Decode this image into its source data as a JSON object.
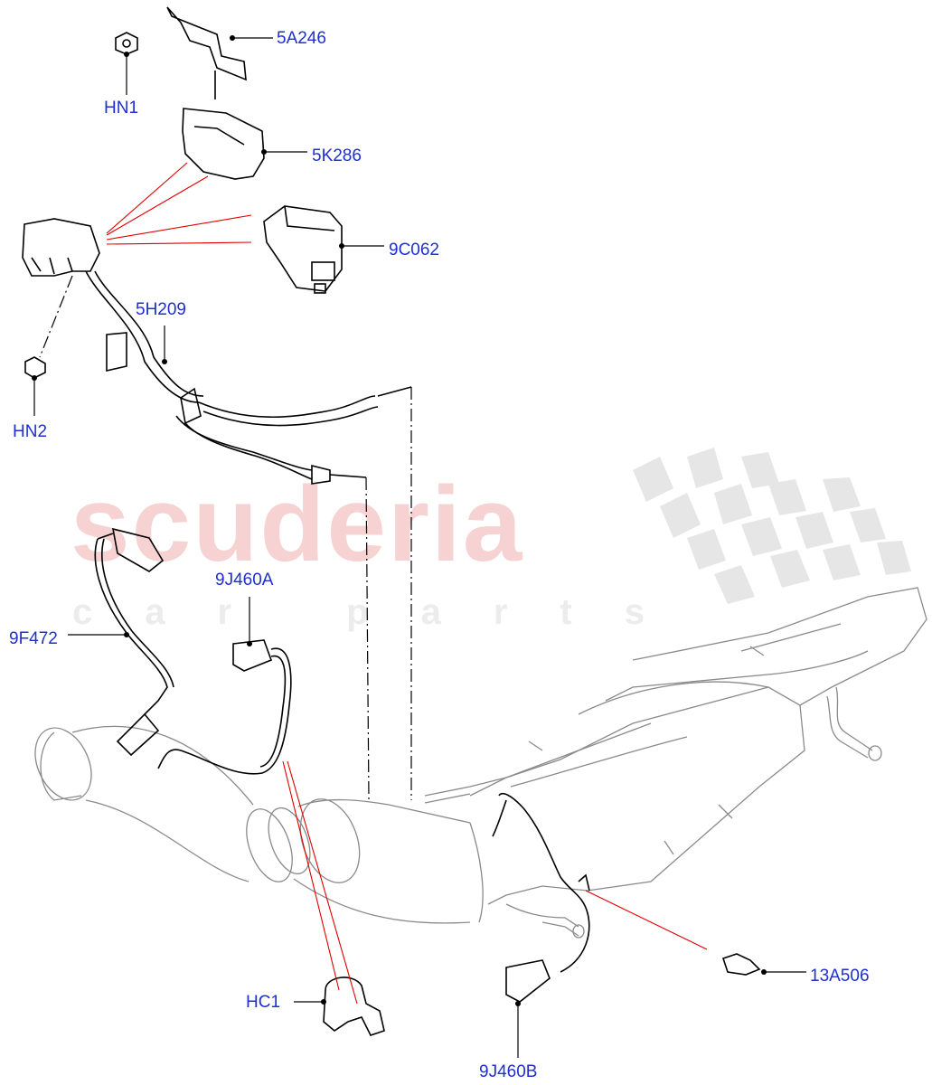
{
  "watermark": {
    "brand": "scuderia",
    "tagline": "car parts"
  },
  "callouts": {
    "5A246": "5A246",
    "HN1": "HN1",
    "5K286": "5K286",
    "9C062": "9C062",
    "5H209": "5H209",
    "HN2": "HN2",
    "9J460A": "9J460A",
    "9F472": "9F472",
    "HC1": "HC1",
    "9J460B": "9J460B",
    "13A506": "13A506"
  },
  "colors": {
    "callout_text": "#1f2fd0",
    "leader_red": "#e00000",
    "line_art": "#000000",
    "ghost_art": "#8a8a8a"
  }
}
